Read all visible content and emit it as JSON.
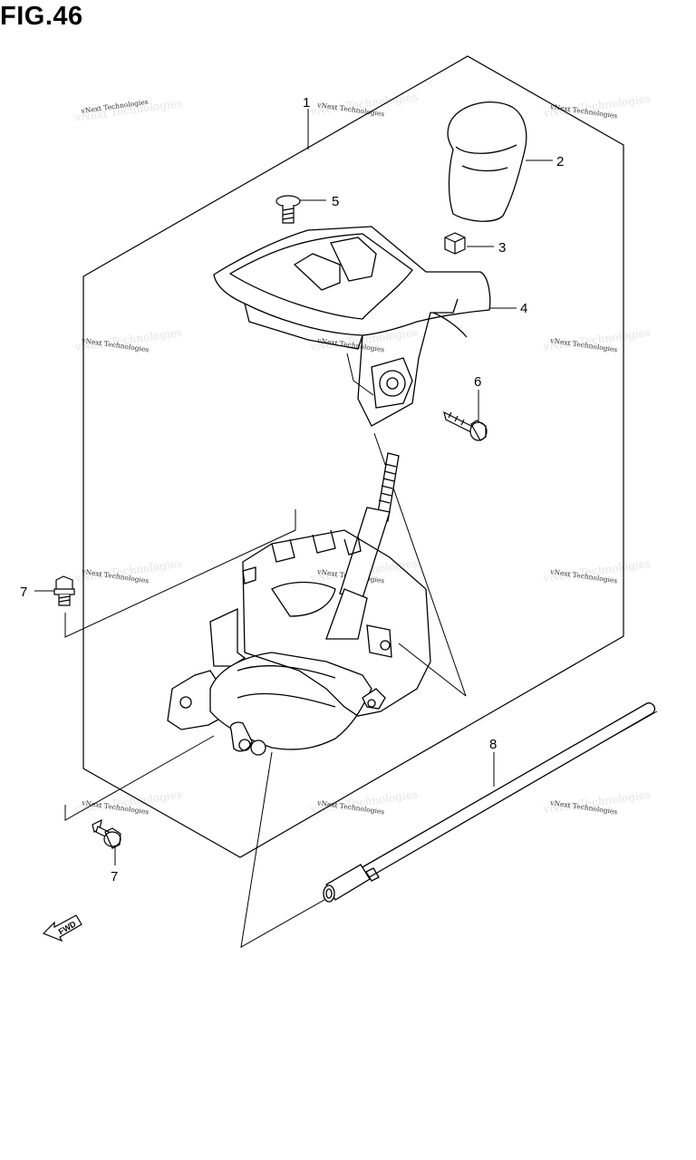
{
  "title": "FIG.46",
  "callouts": [
    {
      "id": "part-1",
      "label": "1"
    },
    {
      "id": "part-2",
      "label": "2"
    },
    {
      "id": "part-3",
      "label": "3"
    },
    {
      "id": "part-4",
      "label": "4"
    },
    {
      "id": "part-5",
      "label": "5"
    },
    {
      "id": "part-6",
      "label": "6"
    },
    {
      "id": "part-7-left",
      "label": "7"
    },
    {
      "id": "part-7-bottom",
      "label": "7"
    },
    {
      "id": "part-8",
      "label": "8"
    }
  ],
  "watermark": {
    "text": "vNext Technologies",
    "ghost": "vNext Technologies"
  },
  "direction_label": "FWD",
  "colors": {
    "line": "#000000",
    "background": "#ffffff",
    "watermark": "#e4e4e4"
  }
}
